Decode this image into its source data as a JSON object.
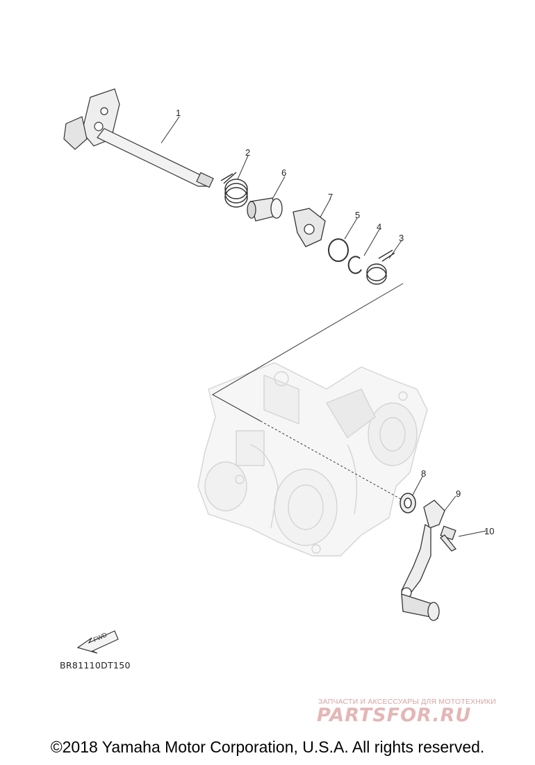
{
  "diagram": {
    "callouts": [
      "1",
      "2",
      "6",
      "7",
      "5",
      "4",
      "3",
      "8",
      "9",
      "10"
    ],
    "fwd_arrow_label": "FWD",
    "diagram_code": "BR81110DT150"
  },
  "watermark": {
    "subtitle": "ЗАПЧАСТИ И АКСЕССУАРЫ ДЛЯ МОТОТЕХНИКИ",
    "logo_text": "PARTSFOR.RU"
  },
  "footer": {
    "copyright": "©2018 Yamaha Motor Corporation, U.S.A. All rights reserved."
  },
  "colors": {
    "line": "#333333",
    "engine_ghost": "#dcdcdc",
    "watermark": "#e0aaaa"
  }
}
